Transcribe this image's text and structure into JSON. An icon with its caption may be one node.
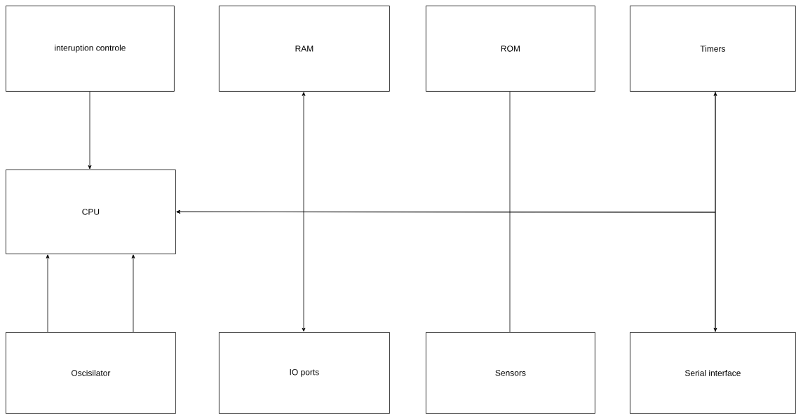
{
  "diagram": {
    "nodes": [
      {
        "text": [
          "interuption controle"
        ]
      },
      {
        "text": [
          "RAM"
        ]
      },
      {
        "text": [
          "ROM"
        ]
      },
      {
        "text": [
          "Timers"
        ]
      },
      {
        "text": [
          "CPU"
        ]
      },
      {
        "text": [
          "Oscisilator"
        ]
      },
      {
        "text": [
          "IO ports"
        ]
      },
      {
        "text": [
          "Sensors"
        ]
      },
      {
        "text": [
          "Serial interface"
        ]
      }
    ],
    "edges": [
      {
        "from": 0,
        "to": 4,
        "arrow": "to"
      },
      {
        "from": 1,
        "to": 6,
        "arrow": "both"
      },
      {
        "from": 2,
        "to": 7,
        "arrow": "none"
      },
      {
        "from": 3,
        "to": 8,
        "arrow": "both"
      },
      {
        "from": 3,
        "to": 4,
        "arrow": "to"
      },
      {
        "from": 8,
        "to": 4,
        "arrow": "to"
      },
      {
        "from": 5,
        "to": 4,
        "arrow": "to"
      },
      {
        "from": 5,
        "to": 4,
        "arrow": "to"
      }
    ]
  }
}
